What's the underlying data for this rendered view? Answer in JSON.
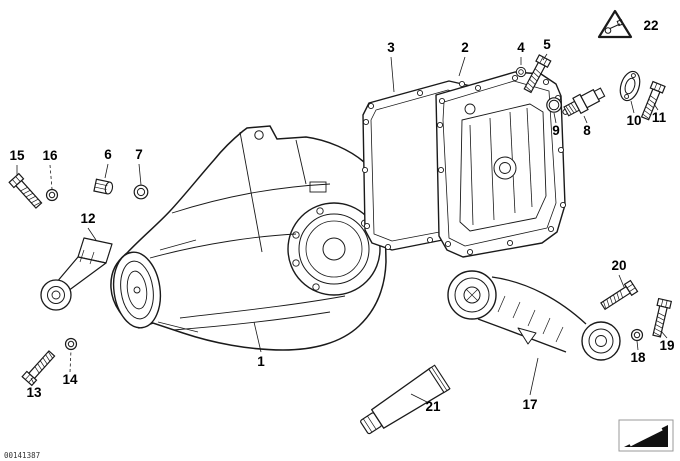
{
  "diagram": {
    "callouts": [
      {
        "label": "1"
      },
      {
        "label": "2"
      },
      {
        "label": "3"
      },
      {
        "label": "4"
      },
      {
        "label": "5"
      },
      {
        "label": "6"
      },
      {
        "label": "7"
      },
      {
        "label": "8"
      },
      {
        "label": "9"
      },
      {
        "label": "10"
      },
      {
        "label": "11"
      },
      {
        "label": "12"
      },
      {
        "label": "13"
      },
      {
        "label": "14"
      },
      {
        "label": "15"
      },
      {
        "label": "16"
      },
      {
        "label": "17"
      },
      {
        "label": "18"
      },
      {
        "label": "19"
      },
      {
        "label": "20"
      },
      {
        "label": "21"
      },
      {
        "label": "22"
      }
    ],
    "footer_code": "00141387",
    "colors": {
      "line": "#1a1a1a",
      "background": "#ffffff"
    }
  }
}
